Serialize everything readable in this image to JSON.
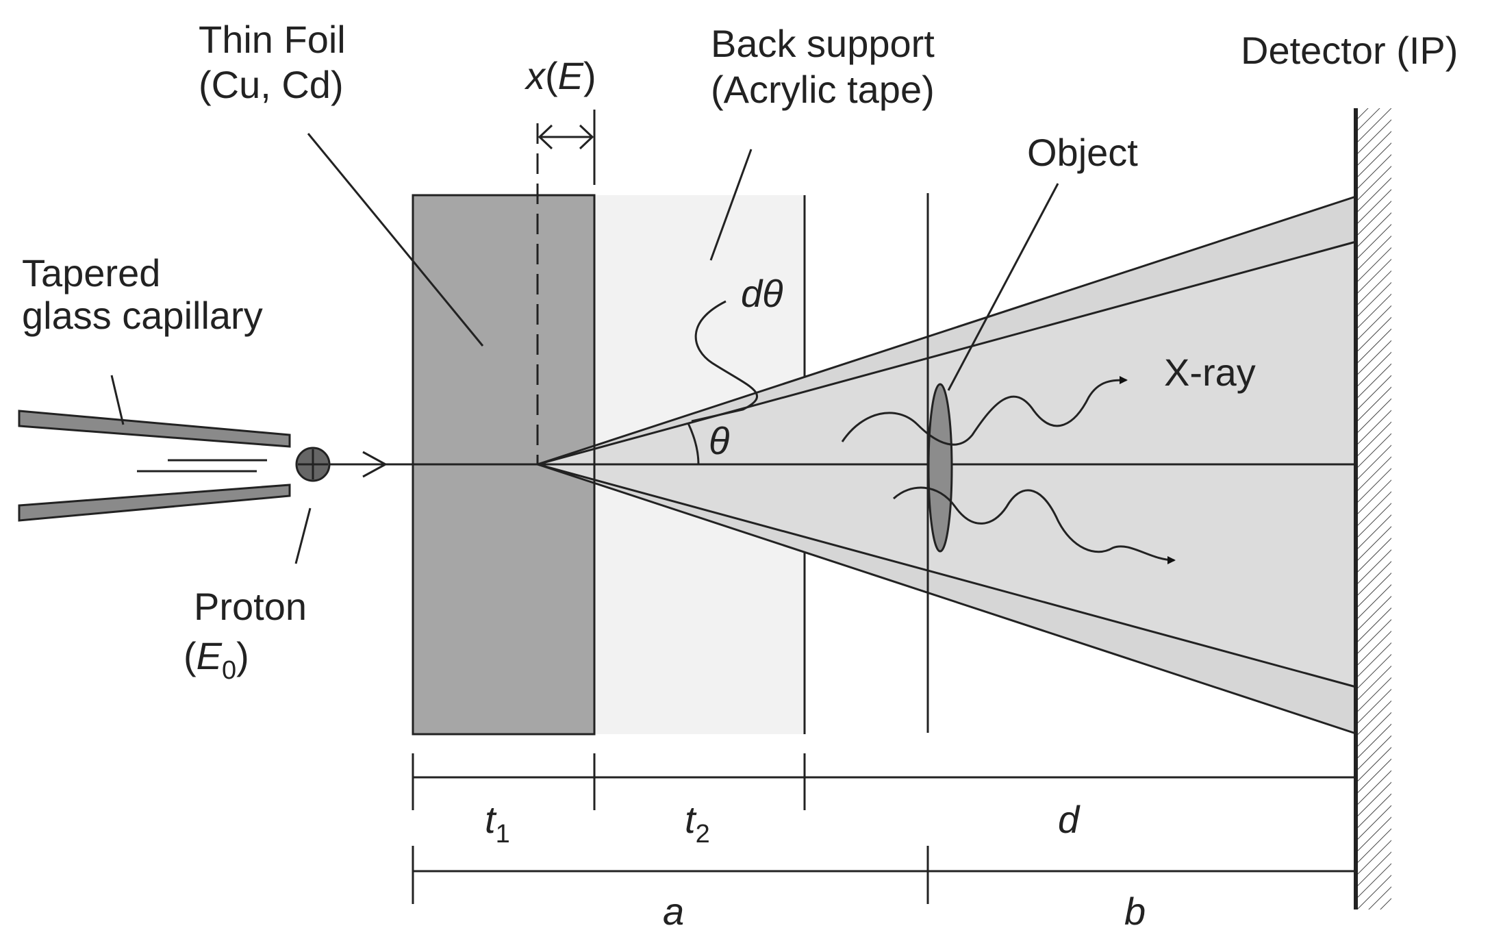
{
  "labels": {
    "thin_foil_line1": "Thin Foil",
    "thin_foil_line2": "(Cu, Cd)",
    "x_of_E": {
      "var": "x",
      "open": "(",
      "arg": "E",
      "close": ")"
    },
    "back_support_line1": "Back support",
    "back_support_line2": "(Acrylic tape)",
    "detector": "Detector (IP)",
    "object": "Object",
    "capillary_line1": "Tapered",
    "capillary_line2": "glass capillary",
    "d_theta": "dθ",
    "theta": "θ",
    "x_ray": "X-ray",
    "proton_line1": "Proton",
    "proton_line2": {
      "open": "(",
      "var": "E",
      "sub": "0",
      "close": ")"
    },
    "t1": {
      "var": "t",
      "sub": "1"
    },
    "t2": {
      "var": "t",
      "sub": "2"
    },
    "d": "d",
    "a": "a",
    "b": "b"
  },
  "colors": {
    "foil": "#a6a6a6",
    "back_support": "#f2f2f2",
    "cone_outer": "#d6d6d6",
    "cone_inner": "#dcdcdc",
    "object": "#8c8c8c",
    "line": "#222222"
  }
}
